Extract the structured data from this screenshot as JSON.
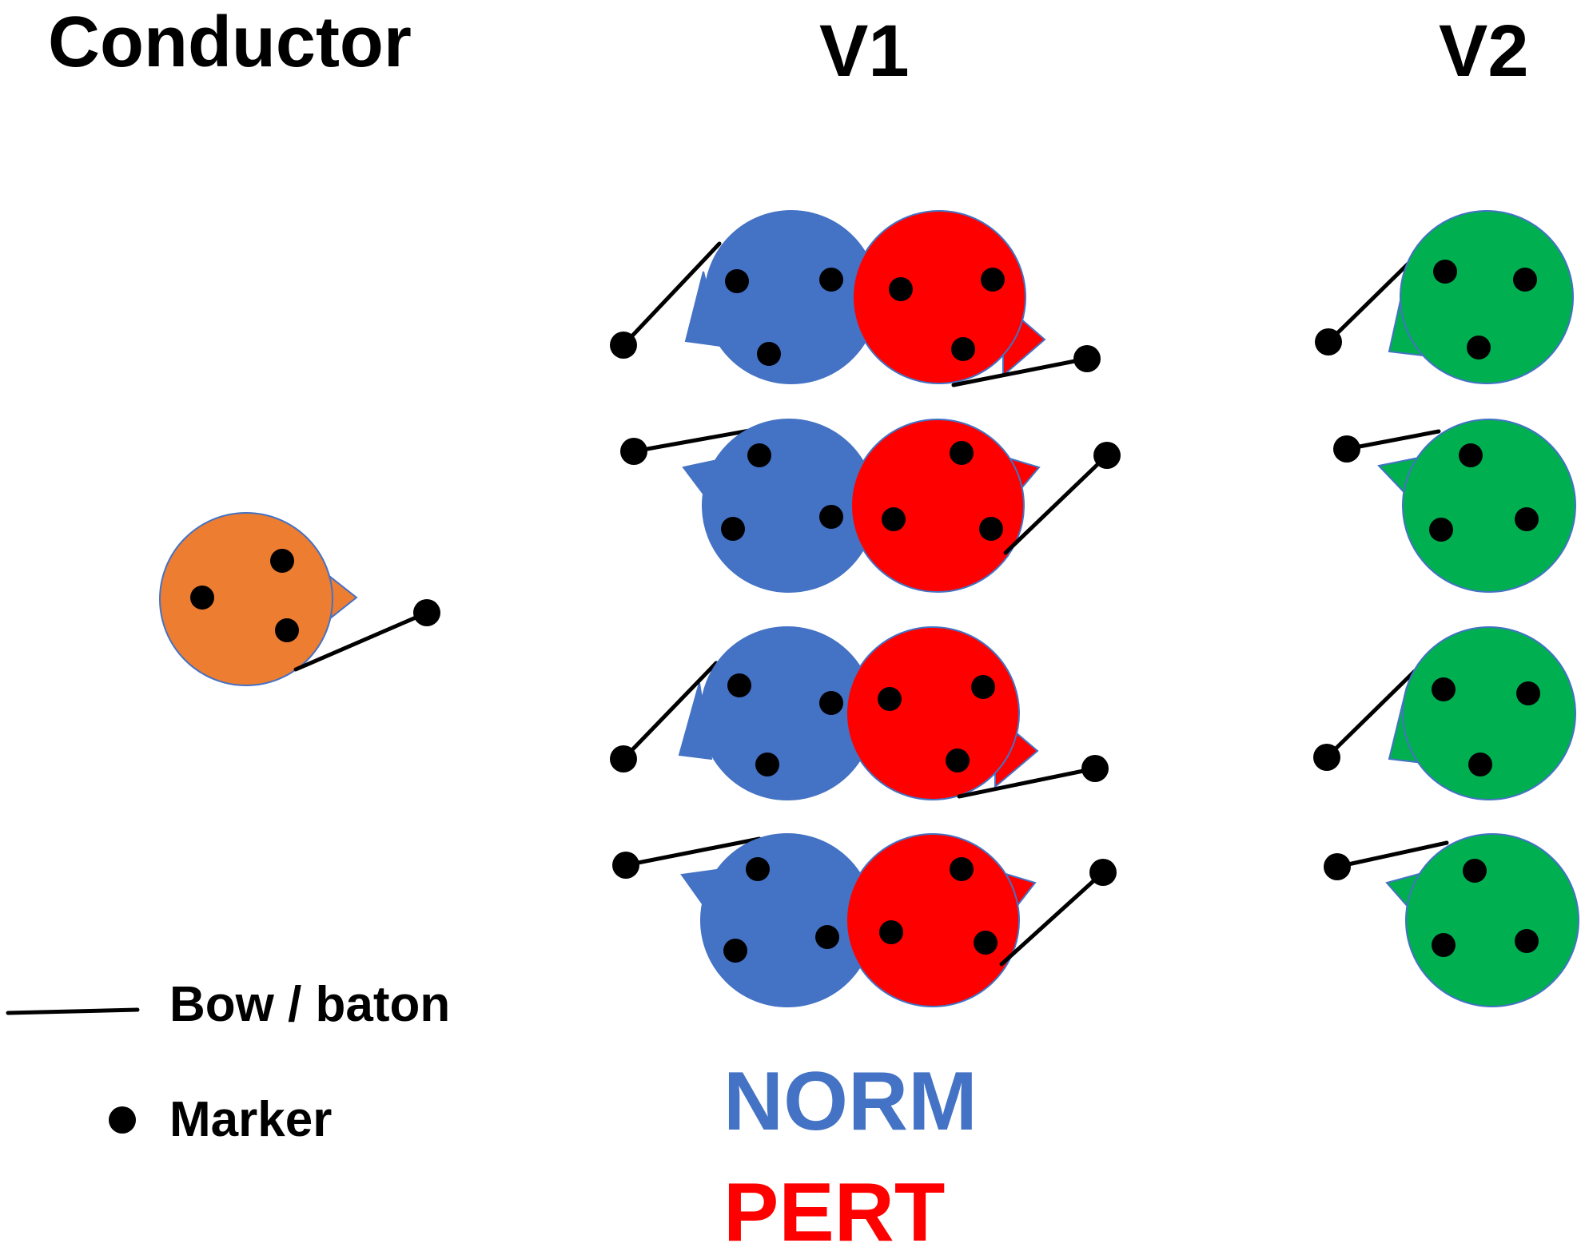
{
  "headings": {
    "conductor": "Conductor",
    "v1": "V1",
    "v2": "V2"
  },
  "legend": {
    "bow_label": "Bow / baton",
    "marker_label": "Marker"
  },
  "groups": {
    "norm_label": "NORM",
    "pert_label": "PERT"
  },
  "colors": {
    "conductor": "#ed7d31",
    "norm": "#4472c4",
    "pert": "#ff0000",
    "v2": "#00b050",
    "outline": "#4472c4",
    "bow": "#000000",
    "marker": "#000000"
  }
}
